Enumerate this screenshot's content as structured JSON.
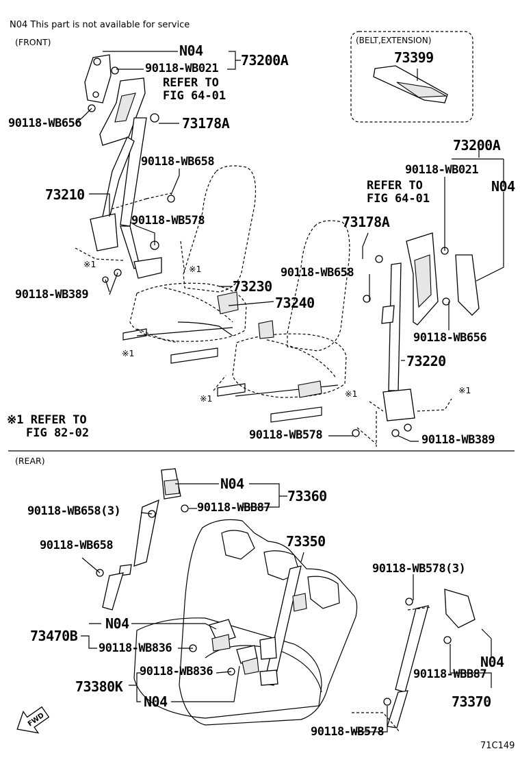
{
  "note_header": "N04   This part is not available for service",
  "sections": {
    "front": "(FRONT)",
    "rear": "(REAR)"
  },
  "belt_extension": {
    "title": "(BELT,EXTENSION)",
    "part": "73399"
  },
  "front": {
    "left_pillar": {
      "n04": "N04",
      "bolt_top": "90118-WB021",
      "assembly": "73200A",
      "refer": [
        "REFER TO",
        "FIG 64-01"
      ],
      "bolt_left": "90118-WB656",
      "guide": "73178A"
    },
    "right_pillar": {
      "assembly": "73200A",
      "bolt_top": "90118-WB021",
      "n04": "N04",
      "refer": [
        "REFER TO",
        "FIG 64-01"
      ],
      "guide": "73178A",
      "bolt_mid": "90118-WB658",
      "bolt_low": "90118-WB656",
      "belt": "73220"
    },
    "left_belt": "73210",
    "bolt_upper": "90118-WB658",
    "bolt_anchor": "90118-WB578",
    "bolt_lower": "90118-WB389",
    "buckle_left": "73230",
    "buckle_right": "73240",
    "bottom_bolt_left": "90118-WB578",
    "bottom_bolt_right": "90118-WB389",
    "ref_marks": [
      "※1",
      "※1",
      "※1",
      "※1",
      "※1",
      "※1",
      "※1"
    ],
    "refer_note": [
      "※1 REFER TO",
      "FIG 82-02"
    ]
  },
  "rear": {
    "n04_top": "N04",
    "assembly_top": "73360",
    "bolt_3": "90118-WB658(3)",
    "bolt_bb87": "90118-WBB87",
    "bolt_658": "90118-WB658",
    "center_belt": "73350",
    "b_assembly": "73470B",
    "n04_b": "N04",
    "bolt_836_a": "90118-WB836",
    "bolt_836_b": "90118-WB836",
    "k_assembly": "73380K",
    "n04_k": "N04",
    "right_bolt_3": "90118-WB578(3)",
    "right_n04": "N04",
    "right_bb87": "90118-WBB87",
    "right_assembly": "73370",
    "bottom_bolt": "90118-WB578",
    "fwd": "FWD"
  },
  "figure_id": "71C149"
}
